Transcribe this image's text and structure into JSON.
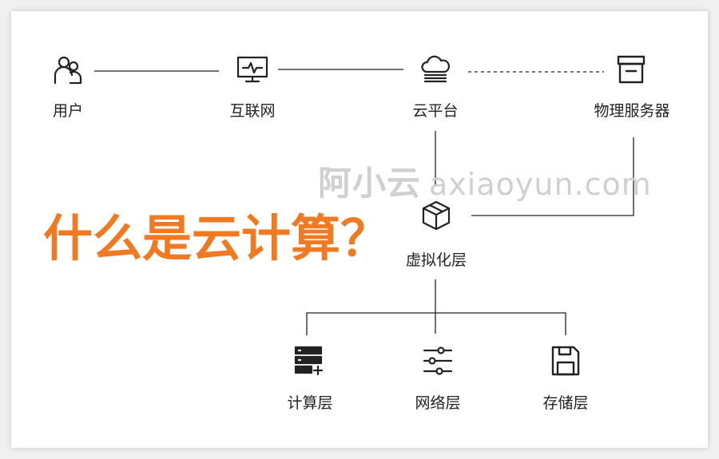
{
  "headline": "什么是云计算？",
  "watermark": {
    "chinese": "阿小云",
    "domain": "axiaoyun.com"
  },
  "nodes": {
    "user": {
      "label": "用户",
      "icon": "users-icon"
    },
    "internet": {
      "label": "互联网",
      "icon": "monitor-pulse-icon"
    },
    "cloud": {
      "label": "云平台",
      "icon": "cloud-server-icon"
    },
    "physical": {
      "label": "物理服务器",
      "icon": "archive-box-icon"
    },
    "virtual": {
      "label": "虚拟化层",
      "icon": "cube-icon"
    },
    "compute": {
      "label": "计算层",
      "icon": "server-add-icon"
    },
    "network": {
      "label": "网络层",
      "icon": "sliders-icon"
    },
    "storage": {
      "label": "存储层",
      "icon": "floppy-disk-icon"
    }
  },
  "colors": {
    "accent": "#f07a22",
    "stroke": "#222222",
    "watermark": "#d0d0d0"
  }
}
